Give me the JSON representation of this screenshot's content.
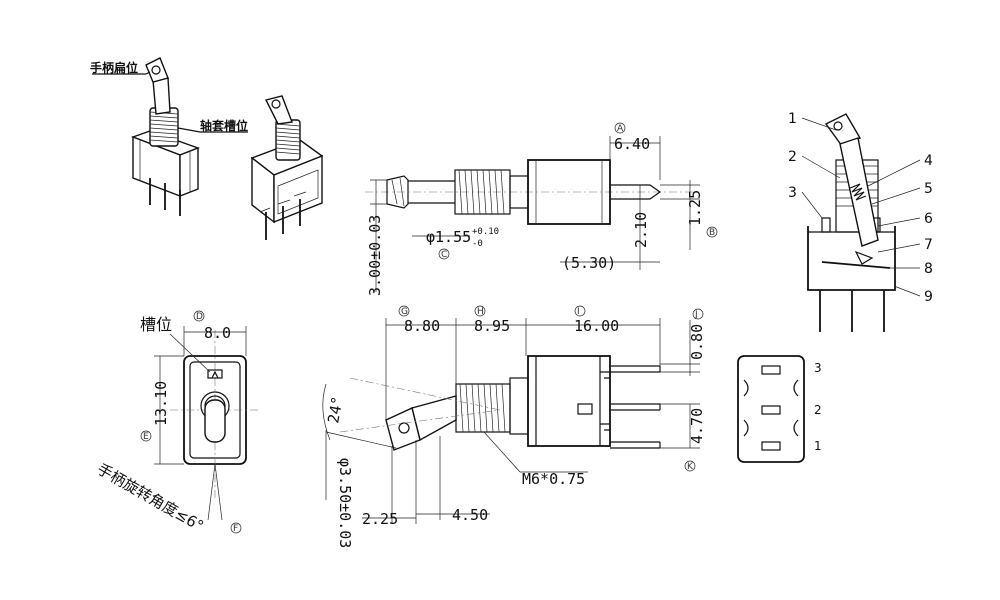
{
  "labels": {
    "handle_flat": "手柄扁位",
    "bushing_slot": "轴套槽位",
    "slot": "槽位",
    "handle_angle": "手柄旋转角度≤6°"
  },
  "refs": [
    "A",
    "B",
    "C",
    "D",
    "E",
    "F",
    "G",
    "H",
    "I",
    "J",
    "K"
  ],
  "dims": {
    "a": "6.40",
    "b": "1.25",
    "c_main": "φ1.55",
    "c_tol_up": "+0.10",
    "c_tol_dn": "-0",
    "side_h": "3.00±0.03",
    "pin_h": "2.10",
    "ref": "(5.30)",
    "d": "8.0",
    "e": "13.10",
    "g": "8.80",
    "h": "8.95",
    "i": "16.00",
    "j": "0.80",
    "k": "4.70",
    "angle": "24°",
    "shaft_d": "φ3.50±0.03",
    "l1": "2.25",
    "l2": "4.50",
    "thread": "M6*0.75"
  },
  "parts": [
    "1",
    "2",
    "3",
    "4",
    "5",
    "6",
    "7",
    "8",
    "9"
  ],
  "pins": [
    "3",
    "2",
    "1"
  ]
}
